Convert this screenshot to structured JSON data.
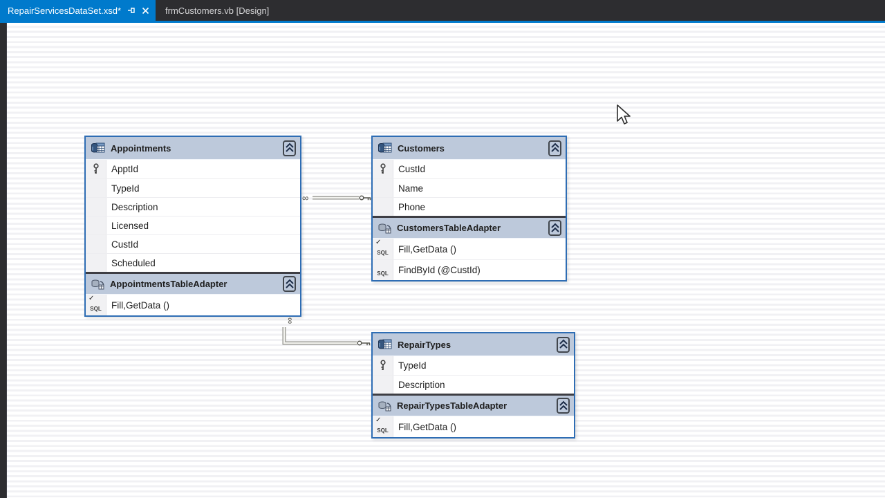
{
  "tabs": [
    {
      "label": "RepairServicesDataSet.xsd*",
      "active": true,
      "pinned": true
    },
    {
      "label": "frmCustomers.vb [Design]",
      "active": false
    }
  ],
  "designer": {
    "sql_icon_label": "SQL",
    "tables": [
      {
        "title": "Appointments",
        "columns": [
          {
            "name": "ApptId",
            "key": true
          },
          {
            "name": "TypeId",
            "key": false
          },
          {
            "name": "Description",
            "key": false
          },
          {
            "name": "Licensed",
            "key": false
          },
          {
            "name": "CustId",
            "key": false
          },
          {
            "name": "Scheduled",
            "key": false
          }
        ],
        "adapter": {
          "title": "AppointmentsTableAdapter",
          "methods": [
            {
              "label": "Fill,GetData ()",
              "checked": true
            }
          ]
        }
      },
      {
        "title": "Customers",
        "columns": [
          {
            "name": "CustId",
            "key": true
          },
          {
            "name": "Name",
            "key": false
          },
          {
            "name": "Phone",
            "key": false
          }
        ],
        "adapter": {
          "title": "CustomersTableAdapter",
          "methods": [
            {
              "label": "Fill,GetData ()",
              "checked": true
            },
            {
              "label": "FindById (@CustId)",
              "checked": false
            }
          ]
        }
      },
      {
        "title": "RepairTypes",
        "columns": [
          {
            "name": "TypeId",
            "key": true
          },
          {
            "name": "Description",
            "key": false
          }
        ],
        "adapter": {
          "title": "RepairTypesTableAdapter",
          "methods": [
            {
              "label": "Fill,GetData ()",
              "checked": true
            }
          ]
        }
      }
    ],
    "relations": [
      {
        "between": "Appointments-Customers",
        "many_end": "Appointments",
        "key_end": "Customers"
      },
      {
        "between": "Appointments-RepairTypes",
        "many_end": "Appointments",
        "key_end": "RepairTypes"
      }
    ]
  },
  "colors": {
    "accent": "#007acc",
    "chrome_bg": "#2d2d30",
    "box_border": "#2e6db4",
    "box_header_bg": "#bdc9db",
    "surface_stripe": "#f1f1f4"
  }
}
